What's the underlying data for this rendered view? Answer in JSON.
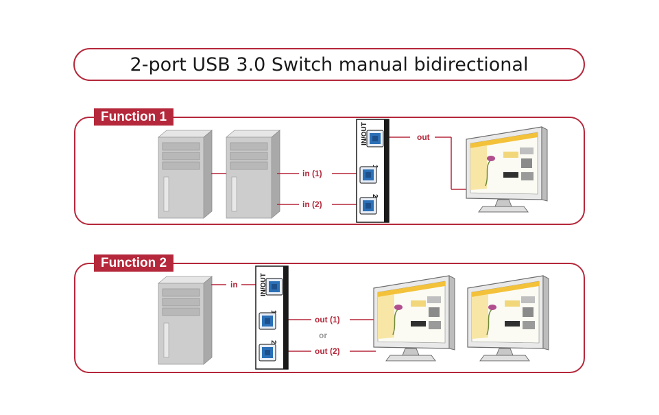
{
  "title": "2-port USB 3.0 Switch manual bidirectional",
  "function1": {
    "tag": "Function 1",
    "switch_in_out_label": "IN/OUT",
    "port1_number": "1",
    "port2_number": "2",
    "label_out": "out",
    "label_in1": "in (1)",
    "label_in2": "in (2)"
  },
  "function2": {
    "tag": "Function 2",
    "switch_in_out_label": "IN/OUT",
    "port1_number": "1",
    "port2_number": "2",
    "label_in": "in",
    "label_out1": "out (1)",
    "label_out2": "out (2)",
    "label_or": "or"
  },
  "colors": {
    "accent": "#b5273a",
    "usb_port_blue": "#2b6fb6",
    "tower_gray": "#c9c9c9"
  },
  "icons": [
    "computer-tower-icon",
    "usb-switch-icon",
    "usb-port-icon",
    "monitor-icon"
  ]
}
